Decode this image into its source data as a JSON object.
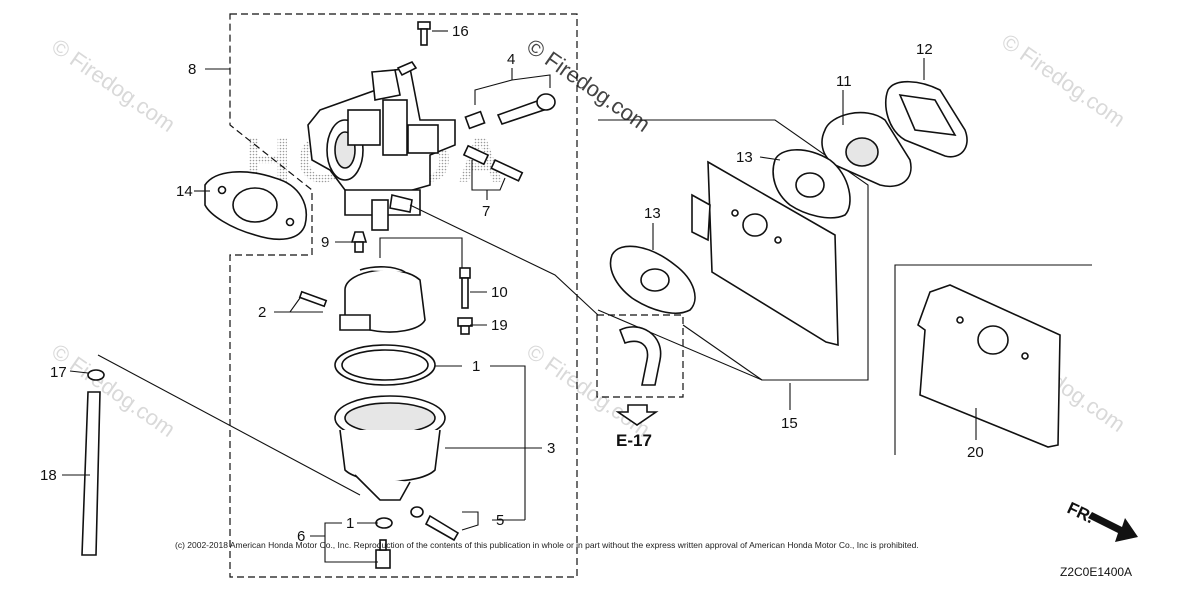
{
  "watermark_text": "© Firedog.com",
  "brand_watermark": "HONDA",
  "callouts": {
    "c1a": "1",
    "c1b": "1",
    "c2": "2",
    "c3": "3",
    "c4": "4",
    "c5": "5",
    "c6": "6",
    "c7": "7",
    "c8": "8",
    "c9": "9",
    "c10": "10",
    "c11": "11",
    "c12": "12",
    "c13a": "13",
    "c13b": "13",
    "c14": "14",
    "c15": "15",
    "c16": "16",
    "c17": "17",
    "c18": "18",
    "c19": "19",
    "c20": "20"
  },
  "reference_label": "E-17",
  "direction_label": "FR.",
  "diagram_code": "Z2C0E1400A",
  "copyright": "(c) 2002-2018 American Honda Motor Co., Inc. Reproduction of the contents of this publication in whole or in part without the express written approval of American Honda Motor Co., Inc is prohibited."
}
